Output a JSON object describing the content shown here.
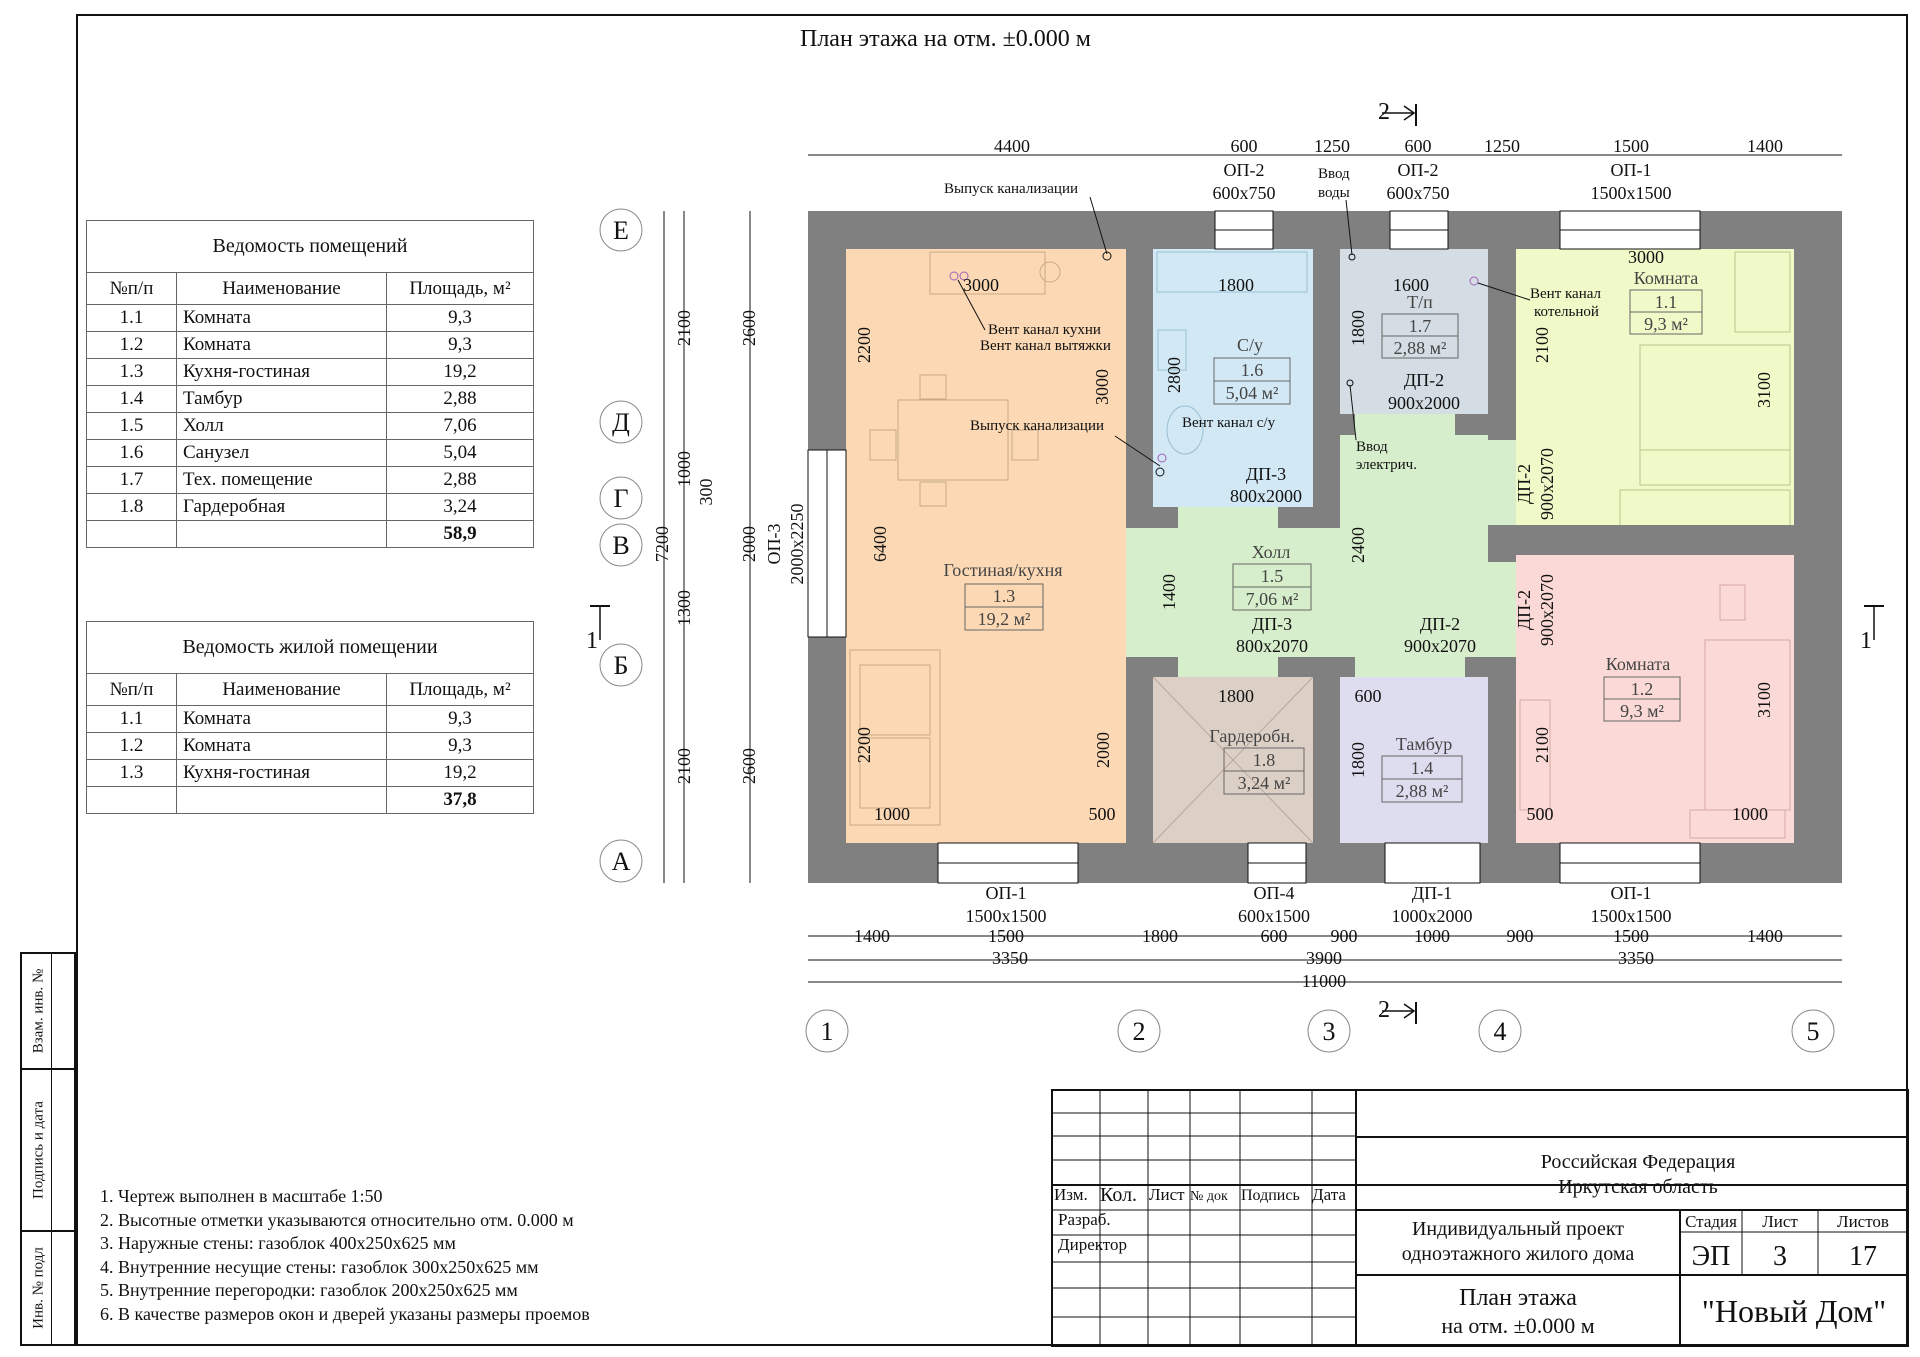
{
  "title": "План этажа на отм. ±0.000 м",
  "schedule_rooms": {
    "caption": "Ведомость помещений",
    "headers": [
      "№п/п",
      "Наименование",
      "Площадь, м²"
    ],
    "rows": [
      [
        "1.1",
        "Комната",
        "9,3"
      ],
      [
        "1.2",
        "Комната",
        "9,3"
      ],
      [
        "1.3",
        "Кухня-гостиная",
        "19,2"
      ],
      [
        "1.4",
        "Тамбур",
        "2,88"
      ],
      [
        "1.5",
        "Холл",
        "7,06"
      ],
      [
        "1.6",
        "Санузел",
        "5,04"
      ],
      [
        "1.7",
        "Тех. помещение",
        "2,88"
      ],
      [
        "1.8",
        "Гардеробная",
        "3,24"
      ]
    ],
    "total": "58,9"
  },
  "schedule_living": {
    "caption": "Ведомость жилой помещении",
    "headers": [
      "№п/п",
      "Наименование",
      "Площадь, м²"
    ],
    "rows": [
      [
        "1.1",
        "Комната",
        "9,3"
      ],
      [
        "1.2",
        "Комната",
        "9,3"
      ],
      [
        "1.3",
        "Кухня-гостиная",
        "19,2"
      ]
    ],
    "total": "37,8"
  },
  "side_strip": [
    "Взам. инв. №",
    "Подпись и дата",
    "Инв. № подл"
  ],
  "notes": [
    "1.   Чертеж выполнен в масштабе 1:50",
    "2.   Высотные отметки указываются относительно отм. 0.000 м",
    "3.   Наружные стены: газоблок 400x250x625 мм",
    "4.   Внутренние несущие стены: газоблок 300x250x625 мм",
    "5.   Внутренние перегородки: газоблок 200x250x625 мм",
    "6.   В качестве размеров окон и дверей указаны размеры проемов"
  ],
  "rooms": {
    "r13": {
      "name": "Гостиная/кухня",
      "num": "1.3",
      "area": "19,2 м²"
    },
    "r16": {
      "name": "С/у",
      "num": "1.6",
      "area": "5,04 м²"
    },
    "r17": {
      "name": "Т/п",
      "num": "1.7",
      "area": "2,88 м²"
    },
    "r11": {
      "name": "Комната",
      "num": "1.1",
      "area": "9,3 м²"
    },
    "r15": {
      "name": "Холл",
      "num": "1.5",
      "area": "7,06 м²"
    },
    "r18": {
      "name": "Гардеробн.",
      "num": "1.8",
      "area": "3,24 м²"
    },
    "r14": {
      "name": "Тамбур",
      "num": "1.4",
      "area": "2,88 м²"
    },
    "r12": {
      "name": "Комната",
      "num": "1.2",
      "area": "9,3 м²"
    }
  },
  "openings": {
    "op2a": {
      "name": "ОП-2",
      "size": "600x750"
    },
    "op2b": {
      "name": "ОП-2",
      "size": "600x750"
    },
    "op1_top": {
      "name": "ОП-1",
      "size": "1500x1500"
    },
    "op3": {
      "name": "ОП-3",
      "size": "2000x2250"
    },
    "op1_bl": {
      "name": "ОП-1",
      "size": "1500x1500"
    },
    "op4": {
      "name": "ОП-4",
      "size": "600x1500"
    },
    "dp1": {
      "name": "ДП-1",
      "size": "1000x2000"
    },
    "op1_br": {
      "name": "ОП-1",
      "size": "1500x1500"
    },
    "dp3_su": {
      "name": "ДП-3",
      "size": "800x2000"
    },
    "dp2_tp": {
      "name": "ДП-2",
      "size": "900x2000"
    },
    "dp3_hall": {
      "name": "ДП-3",
      "size": "800x2070"
    },
    "dp2_hall": {
      "name": "ДП-2",
      "size": "900x2070"
    },
    "dp2_r11": {
      "name": "ДП-2",
      "size": "900x2070"
    },
    "dp2_r12": {
      "name": "ДП-2",
      "size": "900x2070"
    }
  },
  "utility_labels": {
    "vypusk1": "Выпуск канализации",
    "vvod_vody_1": "Ввод",
    "vvod_vody_2": "воды",
    "vent_kitchen": "Вент канал кухни",
    "vent_exhaust": "Вент канал вытяжки",
    "vypusk2": "Выпуск канализации",
    "vent_su": "Вент канал с/у",
    "vent_boiler_1": "Вент канал",
    "vent_boiler_2": "котельной",
    "vvod_el_1": "Ввод",
    "vvod_el_2": "электрич."
  },
  "top_dims": [
    "4400",
    "600",
    "1250",
    "600",
    "1250",
    "1500",
    "1400"
  ],
  "bottom_dims_1": [
    "1400",
    "1500",
    "1800",
    "600",
    "900",
    "1000",
    "900",
    "1500",
    "1400"
  ],
  "bottom_dims_2": [
    "3350",
    "3900",
    "3350"
  ],
  "overall_width": "11000",
  "left_dims_inner": [
    "2100",
    "1000",
    "300",
    "1300",
    "2100"
  ],
  "left_dims_mid": [
    "2600",
    "2000",
    "2600"
  ],
  "overall_height": "7200",
  "interior_dims": {
    "d3000a": "3000",
    "d2200a": "2200",
    "d3000b": "3000",
    "d6400": "6400",
    "d2200b": "2200",
    "d2000a": "2000",
    "d1000a": "1000",
    "d500a": "500",
    "d1800a": "1800",
    "d2800": "2800",
    "d1600": "1600",
    "d1800b": "1800",
    "d3000c": "3000",
    "d2100a": "2100",
    "d3100a": "3100",
    "d2400": "2400",
    "d1400": "1400",
    "d1800c": "1800",
    "d600": "600",
    "d1800d": "1800",
    "d2100b": "2100",
    "d3100b": "3100",
    "d500b": "500",
    "d1000b": "1000"
  },
  "axes_letters": [
    "Е",
    "Д",
    "Г",
    "В",
    "Б",
    "А"
  ],
  "axes_numbers": [
    "1",
    "2",
    "3",
    "4",
    "5"
  ],
  "section_marks": {
    "top": "2",
    "bottom": "2",
    "left": "1",
    "right": "1"
  },
  "stamp": {
    "head": [
      "Изм.",
      "Кол.",
      "Лист",
      "№ док",
      "Подпись",
      "Дата"
    ],
    "role1": "Разраб.",
    "role2": "Директор",
    "org_1": "Российская Федерация",
    "org_2": "Иркутская область",
    "project_1": "Индивидуальный проект",
    "project_2": "одноэтажного жилого дома",
    "sheet_title_1": "План этажа",
    "sheet_title_2": "на отм. ±0.000 м",
    "stage_h": "Стадия",
    "sheet_h": "Лист",
    "sheets_h": "Листов",
    "stage": "ЭП",
    "sheet": "3",
    "sheets": "17",
    "company": "\"Новый Дом\""
  },
  "colors": {
    "wall": "#808080",
    "living_kitchen": "#fcd9b4",
    "bathroom": "#d2e8f5",
    "boiler": "#d3dde3",
    "room11": "#f0f9c8",
    "hall": "#d6eecb",
    "wardrobe": "#dccfc6",
    "vestibule": "#dedcef",
    "room12": "#fad9d6"
  }
}
